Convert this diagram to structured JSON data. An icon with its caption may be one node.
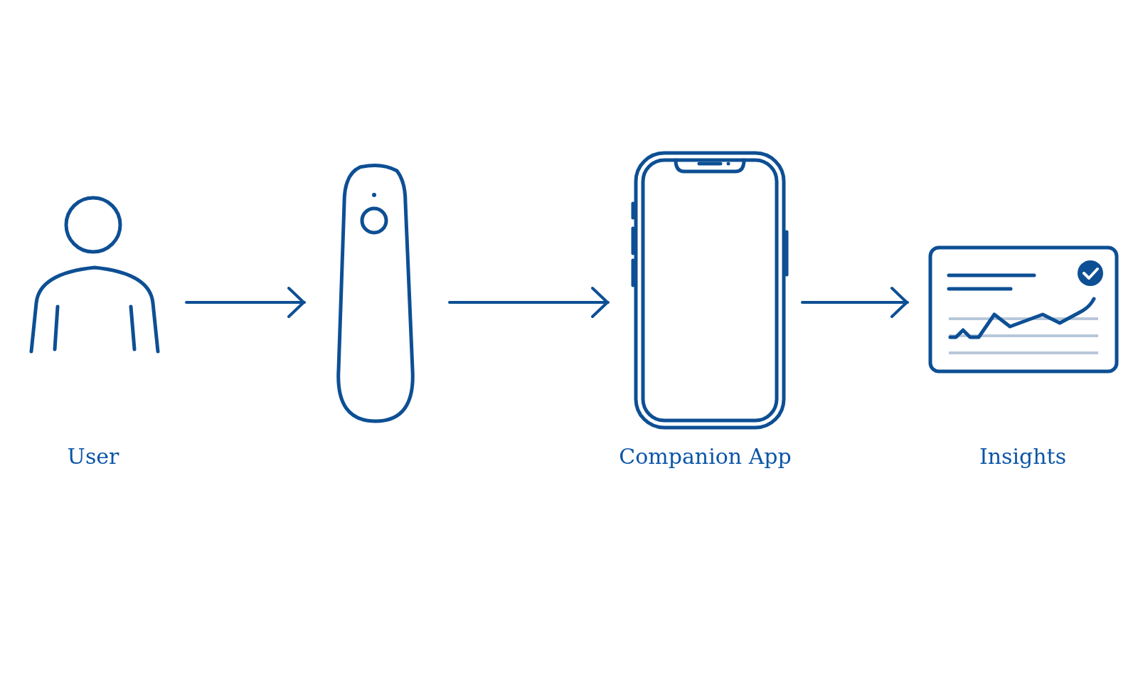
{
  "diagram": {
    "nodes": [
      {
        "text": [
          "User"
        ]
      },
      {
        "text": [],
        "shape": "picture"
      },
      {
        "text": [
          "Companion App"
        ]
      },
      {
        "text": [
          "Insights"
        ]
      }
    ],
    "edges": [
      {
        "from": 0,
        "to": 1,
        "arrow": "to"
      },
      {
        "from": 1,
        "to": 2,
        "arrow": "to"
      },
      {
        "from": 2,
        "to": 3,
        "arrow": "to"
      }
    ]
  }
}
